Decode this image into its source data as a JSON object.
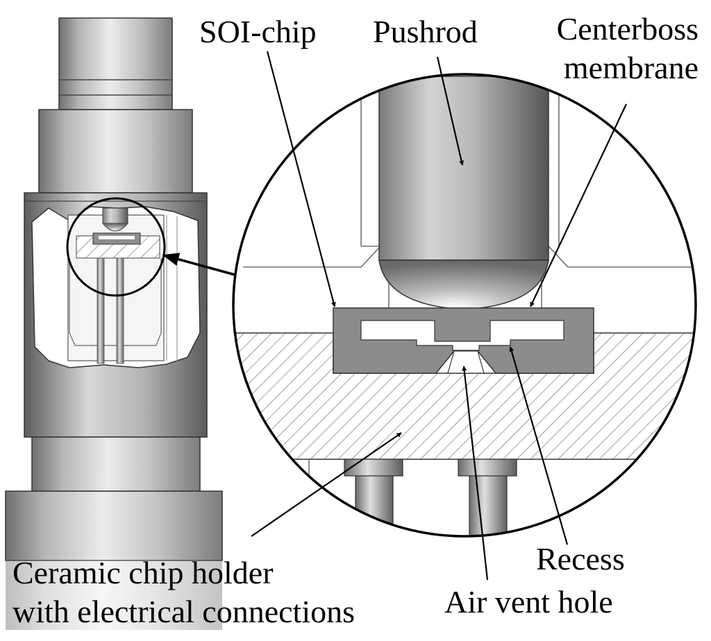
{
  "labels": {
    "soi_chip": "SOI-chip",
    "pushrod": "Pushrod",
    "centerboss_line1": "Centerboss",
    "centerboss_line2": "membrane",
    "ceramic_line1": "Ceramic chip holder",
    "ceramic_line2": "with electrical connections",
    "recess": "Recess",
    "air_vent": "Air vent hole"
  }
}
